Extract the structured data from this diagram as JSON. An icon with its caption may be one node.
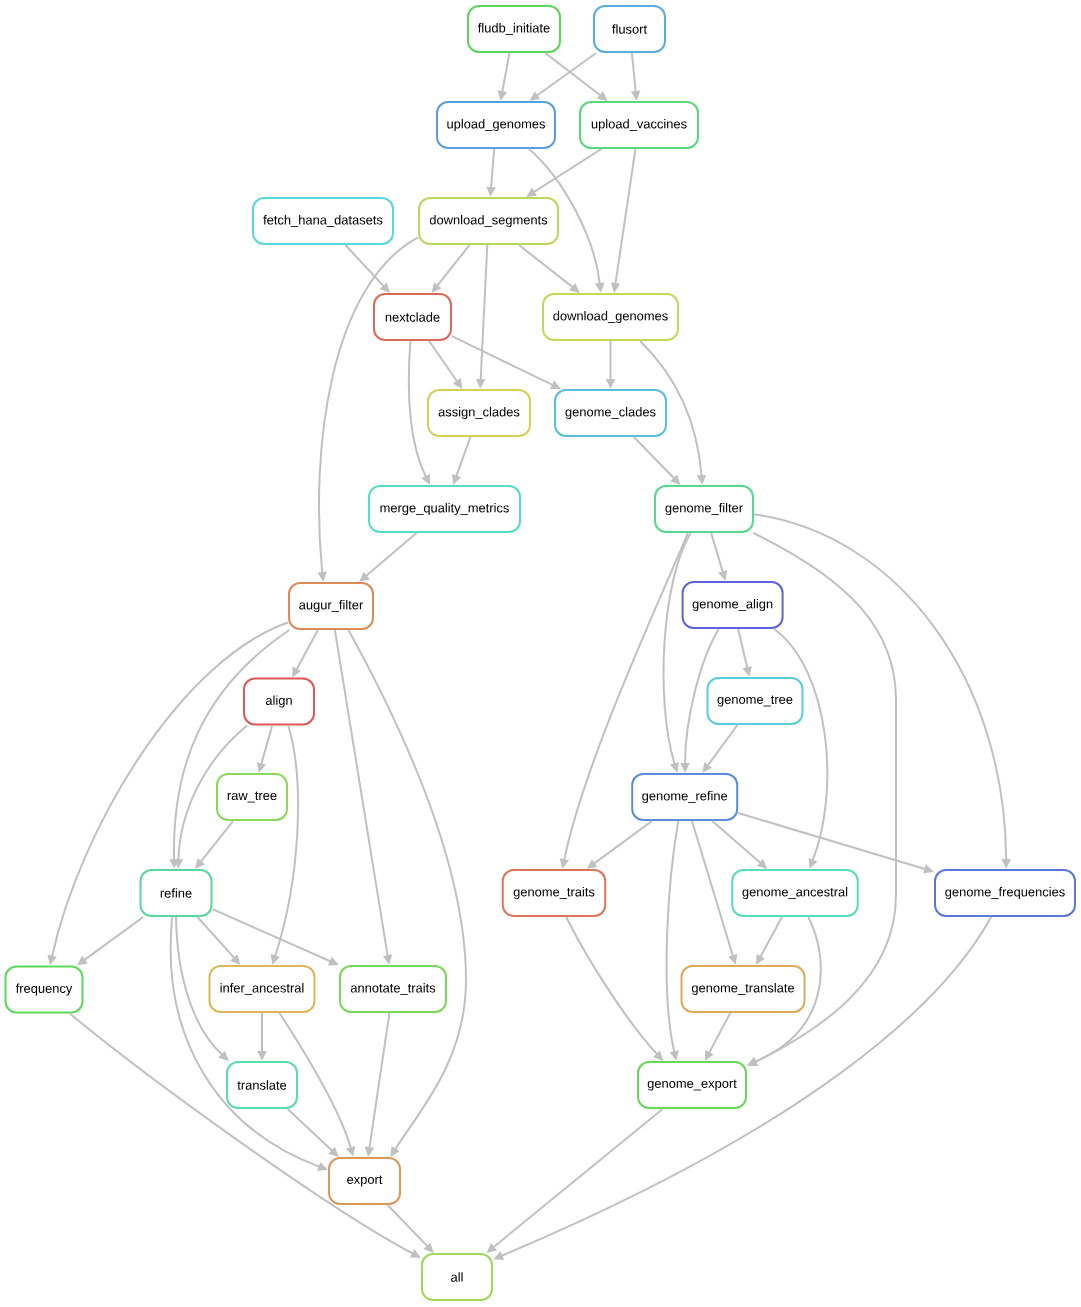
{
  "diagram": {
    "nodes": [
      {
        "text": [
          "fludb_initiate"
        ]
      },
      {
        "text": [
          "flusort"
        ]
      },
      {
        "text": [
          "upload_genomes"
        ]
      },
      {
        "text": [
          "upload_vaccines"
        ]
      },
      {
        "text": [
          "fetch_hana_datasets"
        ]
      },
      {
        "text": [
          "download_segments"
        ]
      },
      {
        "text": [
          "nextclade"
        ]
      },
      {
        "text": [
          "download_genomes"
        ]
      },
      {
        "text": [
          "assign_clades"
        ]
      },
      {
        "text": [
          "genome_clades"
        ]
      },
      {
        "text": [
          "merge_quality_metrics"
        ]
      },
      {
        "text": [
          "genome_filter"
        ]
      },
      {
        "text": [
          "augur_filter"
        ]
      },
      {
        "text": [
          "genome_align"
        ]
      },
      {
        "text": [
          "align"
        ]
      },
      {
        "text": [
          "genome_tree"
        ]
      },
      {
        "text": [
          "raw_tree"
        ]
      },
      {
        "text": [
          "genome_refine"
        ]
      },
      {
        "text": [
          "refine"
        ]
      },
      {
        "text": [
          "genome_traits"
        ]
      },
      {
        "text": [
          "genome_ancestral"
        ]
      },
      {
        "text": [
          "genome_frequencies"
        ]
      },
      {
        "text": [
          "frequency"
        ]
      },
      {
        "text": [
          "infer_ancestral"
        ]
      },
      {
        "text": [
          "annotate_traits"
        ]
      },
      {
        "text": [
          "genome_translate"
        ]
      },
      {
        "text": [
          "translate"
        ]
      },
      {
        "text": [
          "genome_export"
        ]
      },
      {
        "text": [
          "export"
        ]
      },
      {
        "text": [
          "all"
        ]
      }
    ],
    "edges": [
      {
        "from": 0,
        "to": 2,
        "arrow": "to"
      },
      {
        "from": 0,
        "to": 3,
        "arrow": "to"
      },
      {
        "from": 1,
        "to": 2,
        "arrow": "to"
      },
      {
        "from": 1,
        "to": 3,
        "arrow": "to"
      },
      {
        "from": 2,
        "to": 5,
        "arrow": "to"
      },
      {
        "from": 2,
        "to": 7,
        "arrow": "to"
      },
      {
        "from": 3,
        "to": 5,
        "arrow": "to"
      },
      {
        "from": 3,
        "to": 7,
        "arrow": "to"
      },
      {
        "from": 4,
        "to": 6,
        "arrow": "to"
      },
      {
        "from": 5,
        "to": 6,
        "arrow": "to"
      },
      {
        "from": 5,
        "to": 8,
        "arrow": "to"
      },
      {
        "from": 5,
        "to": 7,
        "arrow": "to"
      },
      {
        "from": 5,
        "to": 12,
        "arrow": "to"
      },
      {
        "from": 6,
        "to": 8,
        "arrow": "to"
      },
      {
        "from": 6,
        "to": 9,
        "arrow": "to"
      },
      {
        "from": 6,
        "to": 10,
        "arrow": "to"
      },
      {
        "from": 7,
        "to": 9,
        "arrow": "to"
      },
      {
        "from": 7,
        "to": 11,
        "arrow": "to"
      },
      {
        "from": 8,
        "to": 10,
        "arrow": "to"
      },
      {
        "from": 9,
        "to": 11,
        "arrow": "to"
      },
      {
        "from": 10,
        "to": 12,
        "arrow": "to"
      },
      {
        "from": 11,
        "to": 13,
        "arrow": "to"
      },
      {
        "from": 11,
        "to": 19,
        "arrow": "to"
      },
      {
        "from": 11,
        "to": 17,
        "arrow": "to"
      },
      {
        "from": 11,
        "to": 27,
        "arrow": "to"
      },
      {
        "from": 11,
        "to": 21,
        "arrow": "to"
      },
      {
        "from": 12,
        "to": 22,
        "arrow": "to"
      },
      {
        "from": 12,
        "to": 18,
        "arrow": "to"
      },
      {
        "from": 12,
        "to": 14,
        "arrow": "to"
      },
      {
        "from": 12,
        "to": 24,
        "arrow": "to"
      },
      {
        "from": 12,
        "to": 28,
        "arrow": "to"
      },
      {
        "from": 13,
        "to": 17,
        "arrow": "to"
      },
      {
        "from": 13,
        "to": 15,
        "arrow": "to"
      },
      {
        "from": 13,
        "to": 20,
        "arrow": "to"
      },
      {
        "from": 14,
        "to": 18,
        "arrow": "to"
      },
      {
        "from": 14,
        "to": 16,
        "arrow": "to"
      },
      {
        "from": 14,
        "to": 23,
        "arrow": "to"
      },
      {
        "from": 15,
        "to": 17,
        "arrow": "to"
      },
      {
        "from": 16,
        "to": 18,
        "arrow": "to"
      },
      {
        "from": 17,
        "to": 19,
        "arrow": "to"
      },
      {
        "from": 17,
        "to": 27,
        "arrow": "to"
      },
      {
        "from": 17,
        "to": 25,
        "arrow": "to"
      },
      {
        "from": 17,
        "to": 20,
        "arrow": "to"
      },
      {
        "from": 17,
        "to": 21,
        "arrow": "to"
      },
      {
        "from": 18,
        "to": 22,
        "arrow": "to"
      },
      {
        "from": 18,
        "to": 23,
        "arrow": "to"
      },
      {
        "from": 18,
        "to": 24,
        "arrow": "to"
      },
      {
        "from": 18,
        "to": 26,
        "arrow": "to"
      },
      {
        "from": 18,
        "to": 28,
        "arrow": "to"
      },
      {
        "from": 19,
        "to": 27,
        "arrow": "to"
      },
      {
        "from": 20,
        "to": 25,
        "arrow": "to"
      },
      {
        "from": 20,
        "to": 27,
        "arrow": "to"
      },
      {
        "from": 21,
        "to": 29,
        "arrow": "to"
      },
      {
        "from": 22,
        "to": 29,
        "arrow": "to"
      },
      {
        "from": 23,
        "to": 26,
        "arrow": "to"
      },
      {
        "from": 23,
        "to": 28,
        "arrow": "to"
      },
      {
        "from": 24,
        "to": 28,
        "arrow": "to"
      },
      {
        "from": 25,
        "to": 27,
        "arrow": "to"
      },
      {
        "from": 26,
        "to": 28,
        "arrow": "to"
      },
      {
        "from": 27,
        "to": 29,
        "arrow": "to"
      },
      {
        "from": 28,
        "to": 29,
        "arrow": "to"
      }
    ]
  }
}
